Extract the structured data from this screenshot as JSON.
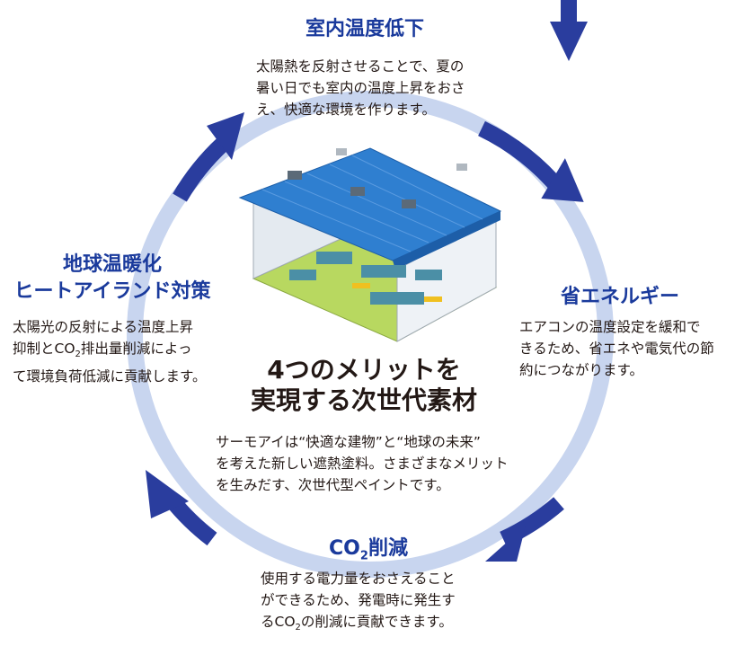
{
  "top": {
    "heading": "室内温度低下",
    "lines": [
      "太陽熱を反射させることで、夏の",
      "暑い日でも室内の温度上昇をおさ",
      "え、快適な環境を作ります。"
    ]
  },
  "right": {
    "heading": "省エネルギー",
    "lines": [
      "エアコンの温度設定を緩和で",
      "きるため、省エネや電気代の節",
      "約につながります。"
    ]
  },
  "bottom": {
    "heading_main": "CO",
    "heading_sub": "2",
    "heading_tail": "削減",
    "lines": [
      "使用する電力量をおさえること",
      "ができるため、発電時に発生す"
    ],
    "line3_pre": "るCO",
    "line3_sub": "2",
    "line3_post": "の削減に貢献できます。"
  },
  "left": {
    "heading_line1": "地球温暖化",
    "heading_line2": "ヒートアイランド対策",
    "line1": "太陽光の反射による温度上昇",
    "line2_pre": "抑制とCO",
    "line2_sub": "2",
    "line2_post": "排出量削減によっ",
    "line3": "て環境負荷低減に貢献します。"
  },
  "center": {
    "title_line1": "4つのメリットを",
    "title_line2": "実現する次世代素材",
    "lines": [
      "サーモアイは“快適な建物”と“地球の未来”",
      "を考えた新しい遮熱塗料。さまざまなメリット",
      "を生みだす、次世代型ペイントです。"
    ]
  },
  "colors": {
    "ring": "#c5d2ee",
    "arrow": "#2a3d9e",
    "heading": "#1a3a9c",
    "roof": "#2f7fd0",
    "floor": "#b8d860"
  },
  "icons": {
    "top_right_arrow": "down-arrow-icon",
    "building": "factory-building-illustration"
  }
}
